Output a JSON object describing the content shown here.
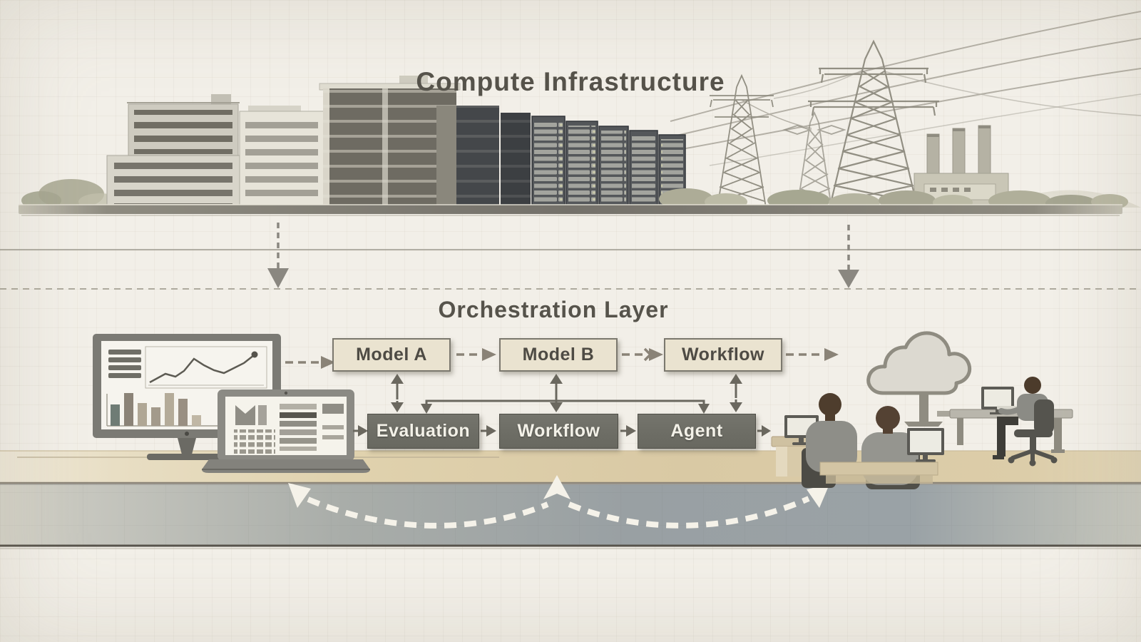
{
  "diagram": {
    "top_section": {
      "title": "Compute Infrastructure",
      "scene": [
        "office-buildings",
        "data-center-server-racks",
        "transmission-towers",
        "power-plant",
        "trees-and-hills"
      ]
    },
    "orchestration_section": {
      "title": "Orchestration Layer",
      "top_pipeline": [
        {
          "label": "Model A"
        },
        {
          "label": "Model B"
        },
        {
          "label": "Workflow"
        }
      ],
      "bottom_pipeline": [
        {
          "label": "Evaluation"
        },
        {
          "label": "Workflow"
        },
        {
          "label": "Agent"
        }
      ],
      "scene": [
        "desktop-monitor-with-charts",
        "laptop-with-dashboard",
        "cloud-on-stand",
        "three-workers-at-desks"
      ]
    },
    "colors": {
      "background": "#f2efe8",
      "box_light_fill": "#eae3d0",
      "box_light_border": "#7b786e",
      "box_dark_fill": "#6e6e66",
      "box_dark_text": "#f3f1e8",
      "title_text": "#56534b",
      "arrow": "#6b685f",
      "dashed_arrow": "#8a8377",
      "tan_band": "#d9c9a4",
      "gray_band": "#99a0a3",
      "curve_arrow": "#f5f2e9"
    }
  }
}
